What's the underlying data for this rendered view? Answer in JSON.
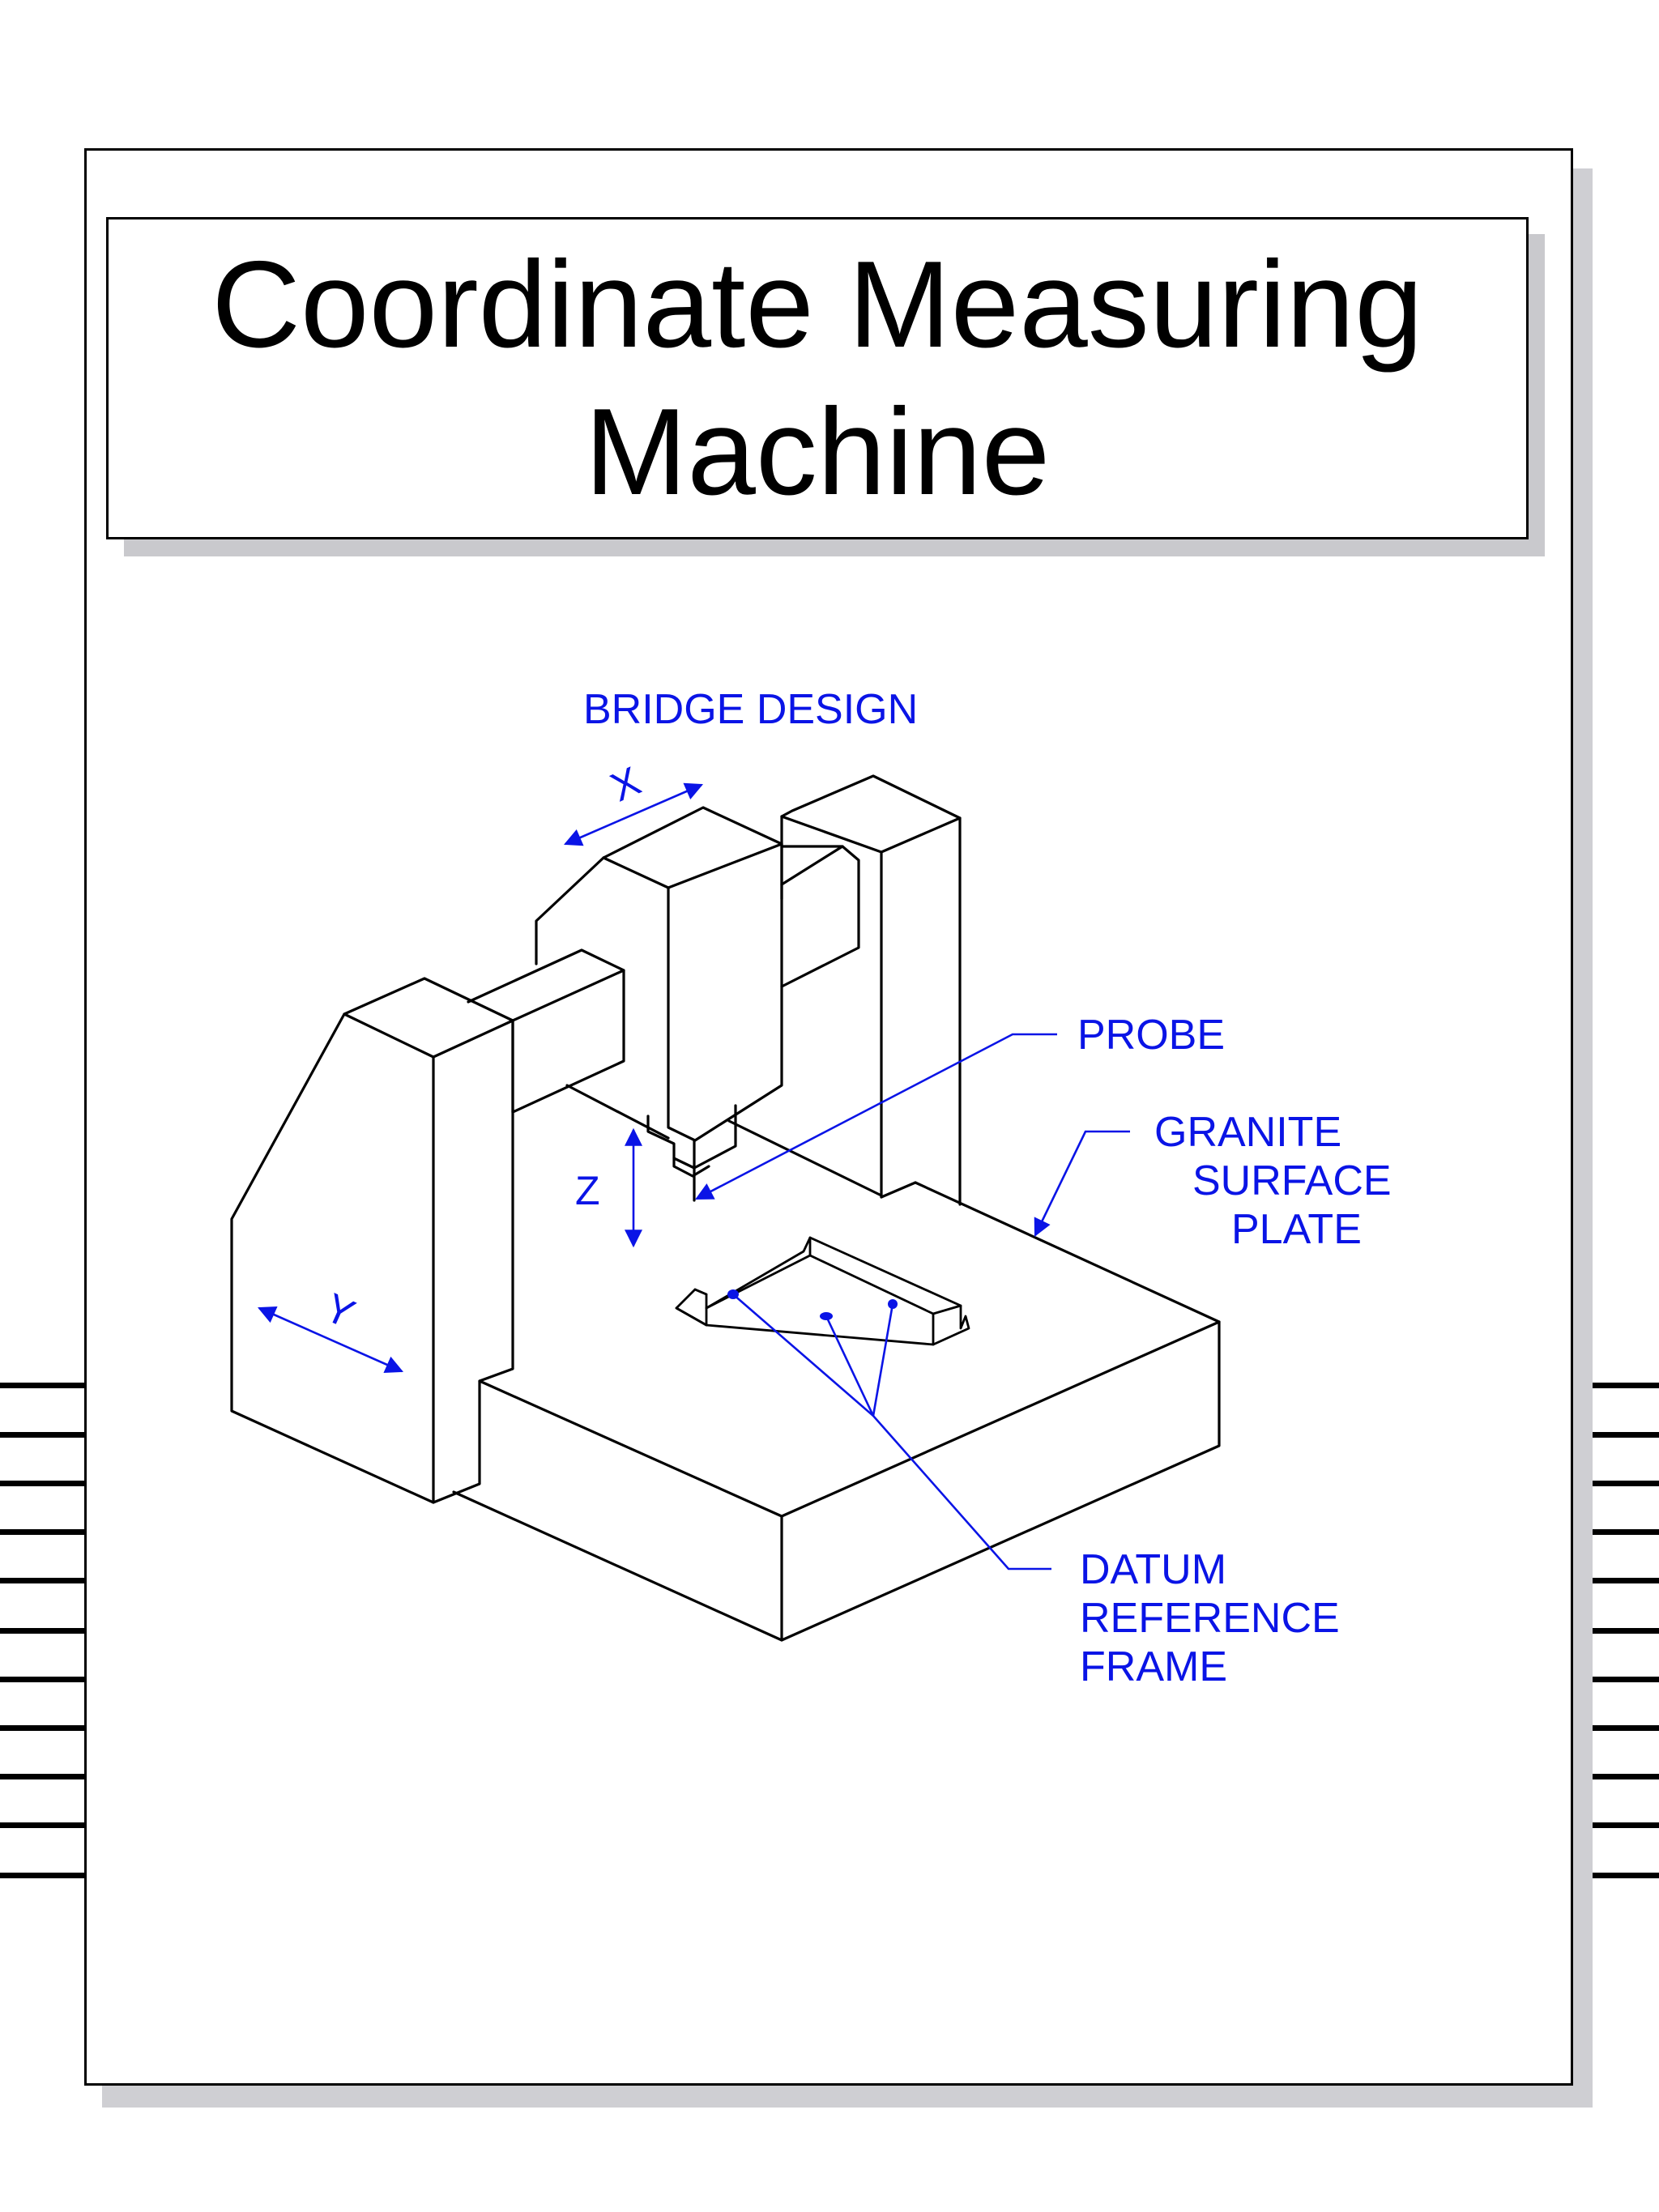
{
  "title": {
    "line1": "Coordinate Measuring",
    "line2": "Machine"
  },
  "diagram": {
    "heading": "BRIDGE DESIGN",
    "axes": {
      "x": "X",
      "y": "Y",
      "z": "Z"
    },
    "labels": {
      "probe": "PROBE",
      "granite": [
        "GRANITE",
        "SURFACE",
        "PLATE"
      ],
      "datum": [
        "DATUM",
        "REFERENCE",
        "FRAME"
      ]
    }
  },
  "colors": {
    "ink": "#000000",
    "annotation": "#0a14e6",
    "shadow": "#cfcfd3"
  }
}
